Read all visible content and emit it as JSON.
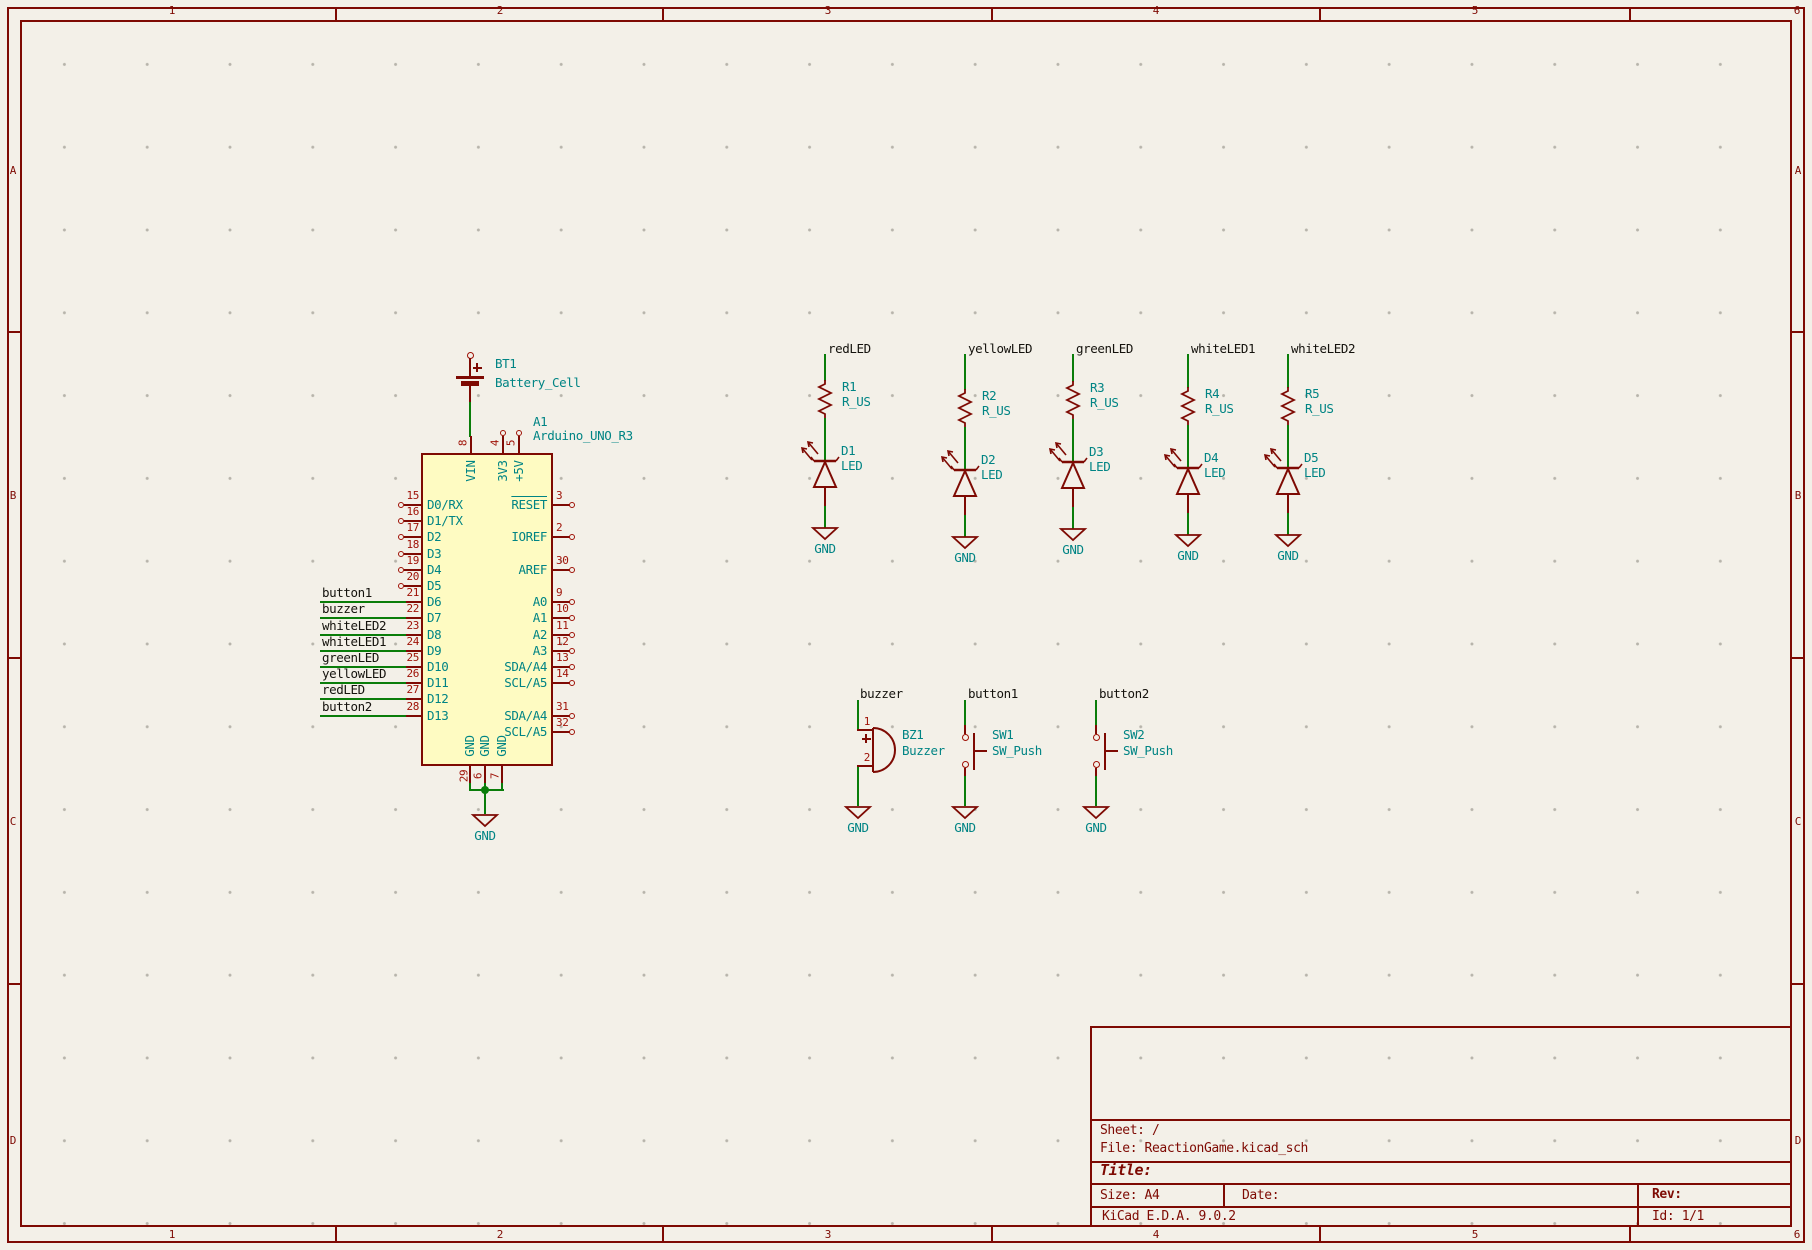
{
  "border": {
    "columns": [
      "1",
      "2",
      "3",
      "4",
      "5",
      "6"
    ],
    "rows": [
      "A",
      "B",
      "C",
      "D"
    ]
  },
  "title_block": {
    "sheet": "Sheet: /",
    "file": "File: ReactionGame.kicad_sch",
    "title": "Title:",
    "size": "Size: A4",
    "date": "Date:",
    "rev": "Rev:",
    "generator": "KiCad E.D.A. 9.0.2",
    "id": "Id: 1/1"
  },
  "battery": {
    "ref": "BT1",
    "value": "Battery_Cell"
  },
  "arduino": {
    "ref": "A1",
    "value": "Arduino_UNO_R3",
    "left_pins": [
      {
        "num": "15",
        "name": "D0/RX"
      },
      {
        "num": "16",
        "name": "D1/TX"
      },
      {
        "num": "17",
        "name": "D2"
      },
      {
        "num": "18",
        "name": "D3"
      },
      {
        "num": "19",
        "name": "D4"
      },
      {
        "num": "20",
        "name": "D5"
      },
      {
        "num": "21",
        "name": "D6",
        "net": "button1"
      },
      {
        "num": "22",
        "name": "D7",
        "net": "buzzer"
      },
      {
        "num": "23",
        "name": "D8",
        "net": "whiteLED2"
      },
      {
        "num": "24",
        "name": "D9",
        "net": "whiteLED1"
      },
      {
        "num": "25",
        "name": "D10",
        "net": "greenLED"
      },
      {
        "num": "26",
        "name": "D11",
        "net": "yellowLED"
      },
      {
        "num": "27",
        "name": "D12",
        "net": "redLED"
      },
      {
        "num": "28",
        "name": "D13",
        "net": "button2"
      }
    ],
    "right_pins": [
      {
        "num": "3",
        "name": "RESET",
        "overline": true,
        "row": 0
      },
      {
        "num": "2",
        "name": "IOREF",
        "row": 2
      },
      {
        "num": "30",
        "name": "AREF",
        "row": 4
      },
      {
        "num": "9",
        "name": "A0",
        "row": 6
      },
      {
        "num": "10",
        "name": "A1",
        "row": 7
      },
      {
        "num": "11",
        "name": "A2",
        "row": 8
      },
      {
        "num": "12",
        "name": "A3",
        "row": 9
      },
      {
        "num": "13",
        "name": "SDA/A4",
        "row": 10
      },
      {
        "num": "14",
        "name": "SCL/A5",
        "row": 11
      },
      {
        "num": "31",
        "name": "SDA/A4",
        "row": 13
      },
      {
        "num": "32",
        "name": "SCL/A5",
        "row": 14
      }
    ],
    "top_pins": [
      {
        "num": "8",
        "name": "VIN"
      },
      {
        "num": "4",
        "name": "3V3"
      },
      {
        "num": "5",
        "name": "+5V"
      }
    ],
    "bottom_pins": [
      {
        "num": "29",
        "name": "GND"
      },
      {
        "num": "6",
        "name": "GND"
      },
      {
        "num": "7",
        "name": "GND"
      }
    ],
    "gnd_net": "GND"
  },
  "led_circuits": [
    {
      "net": "redLED",
      "res_ref": "R1",
      "res_value": "R_US",
      "led_ref": "D1",
      "led_value": "LED",
      "gnd": "GND"
    },
    {
      "net": "yellowLED",
      "res_ref": "R2",
      "res_value": "R_US",
      "led_ref": "D2",
      "led_value": "LED",
      "gnd": "GND"
    },
    {
      "net": "greenLED",
      "res_ref": "R3",
      "res_value": "R_US",
      "led_ref": "D3",
      "led_value": "LED",
      "gnd": "GND"
    },
    {
      "net": "whiteLED1",
      "res_ref": "R4",
      "res_value": "R_US",
      "led_ref": "D4",
      "led_value": "LED",
      "gnd": "GND"
    },
    {
      "net": "whiteLED2",
      "res_ref": "R5",
      "res_value": "R_US",
      "led_ref": "D5",
      "led_value": "LED",
      "gnd": "GND"
    }
  ],
  "buzzer": {
    "net": "buzzer",
    "ref": "BZ1",
    "value": "Buzzer",
    "pin1": "1",
    "pin2": "2",
    "gnd": "GND"
  },
  "switches": [
    {
      "net": "button1",
      "ref": "SW1",
      "value": "SW_Push",
      "gnd": "GND"
    },
    {
      "net": "button2",
      "ref": "SW2",
      "value": "SW_Push",
      "gnd": "GND"
    }
  ],
  "colors": {
    "symbol": "#7E0A03",
    "pin_number": "#9E1005",
    "field": "#008484",
    "wire": "#0A7D0A",
    "label": "#14120D",
    "body_fill": "#FEFBC2",
    "sheet_bg": "#F3F0E8",
    "grid_dot": "#B7B4AB"
  }
}
